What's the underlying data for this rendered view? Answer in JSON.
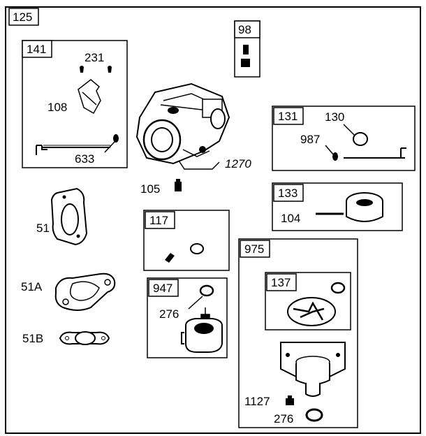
{
  "assembly": {
    "label": "125"
  },
  "kits": {
    "k141": {
      "label": "141",
      "parts": [
        "231",
        "108",
        "633"
      ]
    },
    "k98": {
      "label": "98"
    },
    "k131": {
      "label": "131",
      "parts": [
        "130",
        "987"
      ]
    },
    "k133": {
      "label": "133",
      "parts": [
        "104"
      ]
    },
    "k117": {
      "label": "117"
    },
    "k947": {
      "label": "947",
      "parts": [
        "276"
      ]
    },
    "k975": {
      "label": "975",
      "parts": [
        "1127",
        "276"
      ]
    },
    "k137": {
      "label": "137"
    }
  },
  "parts": {
    "carburetor": "1270",
    "fuel_solenoid_fitting": "105",
    "gasket_51": "51",
    "gasket_51a": "51A",
    "gasket_51b": "51B"
  },
  "colors": {
    "line": "#000000",
    "background": "#ffffff"
  }
}
